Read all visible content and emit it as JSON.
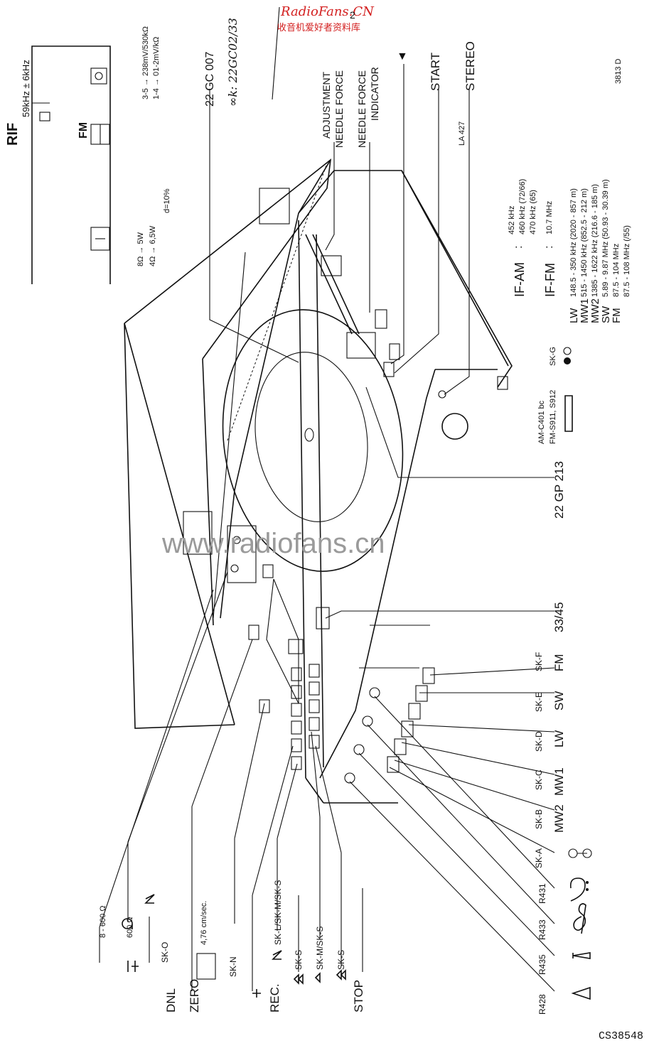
{
  "header": {
    "site_en": "RadioFans.CN",
    "site_cn": "收音机爱好者资料库",
    "page_number": "2"
  },
  "rif_panel": {
    "title": "RIF",
    "freq": "59kHz ± 6kHz",
    "fm": "FM",
    "tape_a": "3-5 → 238mV/530kΩ",
    "tape_b": "1-4 → 01-2mV/kΩ",
    "spk_a": "8Ω → 5W",
    "spk_b": "4Ω → 6,5W",
    "spk_d": "d=10%"
  },
  "top_labels": {
    "cartridge": "22 GC 007",
    "handwritten": "∞k: 22GC02/33",
    "adjustment": "ADJUSTMENT",
    "needle_force": "NEEDLE FORCE",
    "needle_force2": "NEEDLE FORCE",
    "indicator": "INDICATOR",
    "pause_icon_name": "pause-symbol-icon",
    "start": "START",
    "stereo": "STEREO",
    "la": "LA 427",
    "doc_code": "3813 D"
  },
  "if_block": {
    "if_am": "IF-AM",
    "if_am_colon": ":",
    "if_am_v1": "452 kHz",
    "if_am_v2": "460 kHz (72/66)",
    "if_am_v3": "470 kHz (65)",
    "if_fm": "IF-FM",
    "if_fm_colon": ":",
    "if_fm_v": "10.7 MHz"
  },
  "bands": [
    {
      "band": "LW",
      "range": "148.5 - 350 kHz (2020 - 857 m)"
    },
    {
      "band": "MW1",
      "range": "515 - 1450 kHz (852.5 - 212 m)"
    },
    {
      "band": "MW2",
      "range": "1385 - 1622 kHz (216.6 - 185 m)"
    },
    {
      "band": "SW",
      "range": "5.89 - 9.87 MHz (50.93 - 30.39 m)"
    },
    {
      "band": "FM",
      "range": "87.5 - 104 MHz"
    },
    {
      "band": "",
      "range": "87.5 - 108 MHz (/55)"
    }
  ],
  "lamp_block": {
    "am": "AM-C401 bc",
    "fm": "FM-S911, S912",
    "skg": "SK-G"
  },
  "bottom_part": {
    "gp": "22 GP 213",
    "speed": "33/45"
  },
  "switch_labels": [
    {
      "code": "SK-F",
      "band": "FM"
    },
    {
      "code": "SK-E",
      "band": "SW"
    },
    {
      "code": "SK-D",
      "band": "LW"
    },
    {
      "code": "SK-C",
      "band": "MW1"
    },
    {
      "code": "SK-B",
      "band": "MW2"
    },
    {
      "code": "SK-A",
      "band": ""
    }
  ],
  "controls": [
    {
      "code": "R431",
      "icon": "bass-clef-icon"
    },
    {
      "code": "R433",
      "icon": "treble-clef-icon"
    },
    {
      "code": "R435",
      "icon": "balance-icon"
    },
    {
      "code": "R428",
      "icon": "volume-wedge-icon"
    }
  ],
  "left_labels": {
    "l1_val": "8 - 600 Ω",
    "l2_val": "600 Ω",
    "dnl": "DNL",
    "sk_o": "SK-O",
    "zero": "ZERO",
    "speed": "4,76 cm/sec.",
    "sk_n": "SK-N",
    "rec": "REC.",
    "sk_lms": "SK-L/SK-M/SK-S",
    "sk_s1": "SK-S",
    "sk_ms": "SK-M/SK-S",
    "sk_s2": "SK-S",
    "stop": "STOP"
  },
  "watermark": "www.radiofans.cn",
  "footer": {
    "code": "CS38548"
  }
}
